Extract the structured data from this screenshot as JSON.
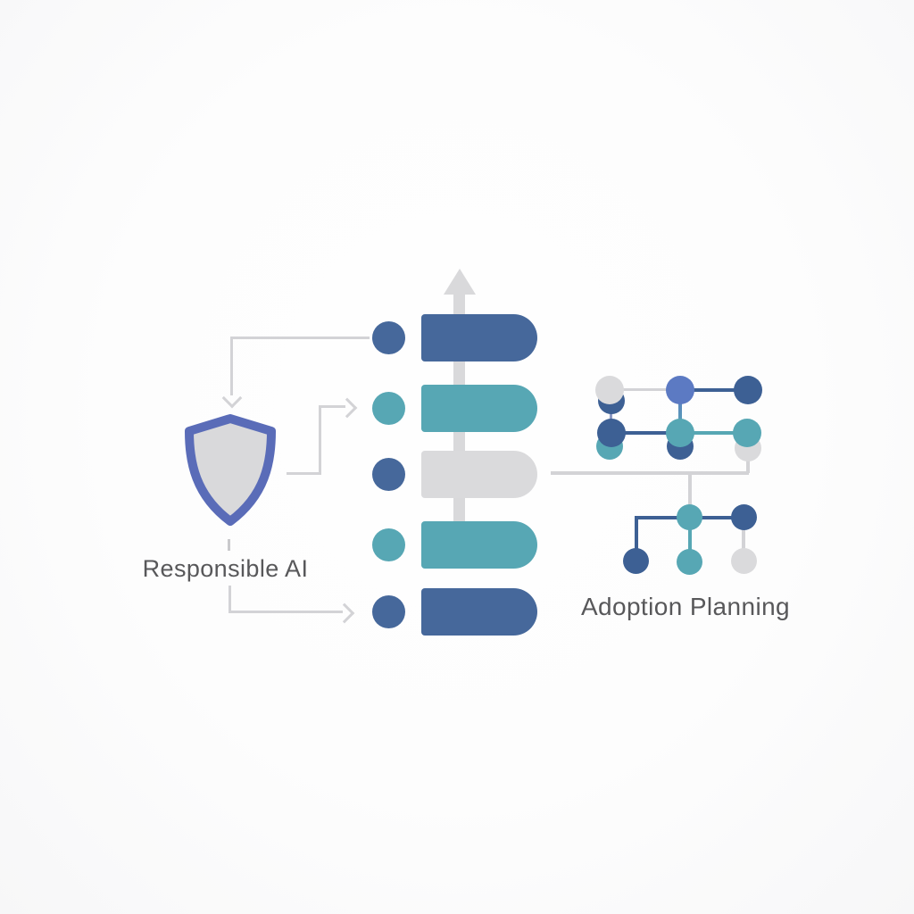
{
  "left_group": {
    "icon": "shield-icon",
    "label": "Responsible AI"
  },
  "center_group": {
    "icon": "up-arrow-icon",
    "steps": [
      {
        "dot": "blue",
        "bar": "blue"
      },
      {
        "dot": "teal",
        "bar": "teal"
      },
      {
        "dot": "blue",
        "bar": "gray"
      },
      {
        "dot": "teal",
        "bar": "teal"
      },
      {
        "dot": "blue",
        "bar": "blue"
      }
    ]
  },
  "right_group": {
    "label": "Adoption Planning",
    "network_grid": {
      "row1": [
        {
          "main": "gray",
          "peek": "navy"
        },
        {
          "main": "cornflower"
        },
        {
          "main": "navy"
        }
      ],
      "row2": [
        {
          "main": "navy",
          "peek": "teal"
        },
        {
          "main": "teal",
          "peek": "navy"
        },
        {
          "main": "teal",
          "peek": "gray"
        }
      ]
    },
    "network_tree": {
      "hub": "teal",
      "right": "navy",
      "leaves": [
        "navy",
        "teal",
        "gray"
      ]
    }
  },
  "colors": {
    "blue": "#46689B",
    "teal": "#57A7B4",
    "navy": "#3D6094",
    "cornflower": "#5C7AC3",
    "shape-gray": "#DADADC",
    "arrow-gray": "#D9D9DB",
    "line-gray": "#D3D3D6",
    "blue-gray": "#8C99C4",
    "shield-border": "#5A6CB8",
    "shield-fill": "#D9D9DB",
    "text": "#58585A"
  }
}
